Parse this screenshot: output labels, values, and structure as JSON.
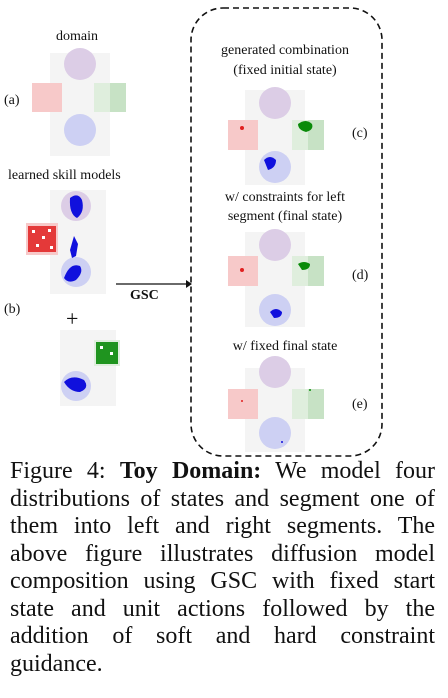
{
  "left_panel": {
    "domain_label": "domain",
    "label_a": "(a)",
    "skills_label": "learned skill models",
    "label_b": "(b)",
    "plus_sign": "+"
  },
  "arrow": {
    "label": "GSC"
  },
  "right_panel": {
    "c_title_line1": "generated combination",
    "c_title_line2": "(fixed initial state)",
    "label_c": "(c)",
    "d_title_line1": "w/ constraints for left",
    "d_title_line2": "segment (final state)",
    "label_d": "(d)",
    "e_title": "w/ fixed final state",
    "label_e": "(e)"
  },
  "caption": {
    "prefix": "Figure 4: ",
    "bold_title": "Toy Domain:",
    "body": " We model four distributions of states and segment one of them into left and right segments. The above figure illustrates diffusion model composition using GSC with fixed start state and unit actions followed by the addition of soft and hard constraint guidance."
  },
  "colors": {
    "top_circle": "#dccde6",
    "bottom_circle": "#cdd0f3",
    "left_square": "#f7c9c9",
    "right_square": "#dfeedd",
    "right_square_dark": "#c7e2c5",
    "sample_blue": "#1010dd",
    "sample_red": "#e02020",
    "sample_green": "#0a8a0a"
  }
}
